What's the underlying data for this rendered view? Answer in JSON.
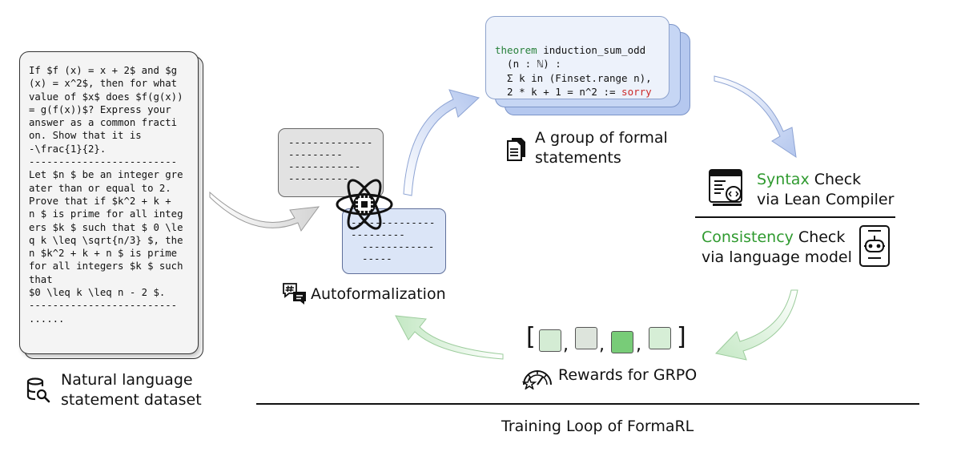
{
  "dataset": {
    "text_lines": [
      "If $f (x) = x + 2$ and $g",
      "(x) = x^2$, then for what",
      "value of $x$ does $f(g(x))",
      "= g(f(x))$? Express your",
      "answer as a common fracti",
      "on. Show that it is",
      "-\\frac{1}{2}.",
      "-------------------------",
      "Let $n $ be an integer gre",
      "ater than or equal to 2.",
      "Prove that if $k^2 + k +",
      "n $ is prime for all integ",
      "ers $k $ such that $ 0 \\le",
      "q k \\leq \\sqrt{n/3} $, the",
      "n $k^2 + k + n $ is prime",
      "for all integers $k $ such",
      "that",
      "$0 \\leq k \\leq n - 2 $.",
      "-------------------------",
      "......"
    ],
    "caption_line1": "Natural language",
    "caption_line2": "statement dataset"
  },
  "autoformalization": {
    "label": "Autoformalization",
    "gray_box_lines": [
      "--------------",
      "---------",
      "------------",
      "----------"
    ],
    "blue_box_lines": [
      "--------------",
      "---------",
      "------------",
      "-----"
    ]
  },
  "formal": {
    "keyword": "theorem",
    "name": " induction_sum_odd",
    "line2": "  (n : ℕ) :",
    "line3": "  Σ k in (Finset.range n),",
    "line4_main": "  2 * k + 1 = n^2 := ",
    "line4_sorry": "sorry",
    "caption_line1": "A group of formal",
    "caption_line2": "statements"
  },
  "checks": {
    "syntax_word": "Syntax",
    "syntax_rest": " Check",
    "syntax_line2": "via Lean Compiler",
    "consistency_word": "Consistency",
    "consistency_rest": " Check",
    "consistency_line2": "via language model"
  },
  "rewards": {
    "open_bracket": "[",
    "close_bracket": "]",
    "comma": ",",
    "label": "Rewards for GRPO",
    "squares": [
      "#d4ecd4",
      "#dde4dc",
      "#78cc78",
      "#d6eed6"
    ]
  },
  "footer": {
    "label": "Training Loop of FormaRL"
  },
  "colors": {
    "green_label": "#2f9a2f",
    "arrow_blue": "#bccdf0",
    "arrow_green": "#cdeccd",
    "arrow_gray": "#dcdcdc"
  }
}
